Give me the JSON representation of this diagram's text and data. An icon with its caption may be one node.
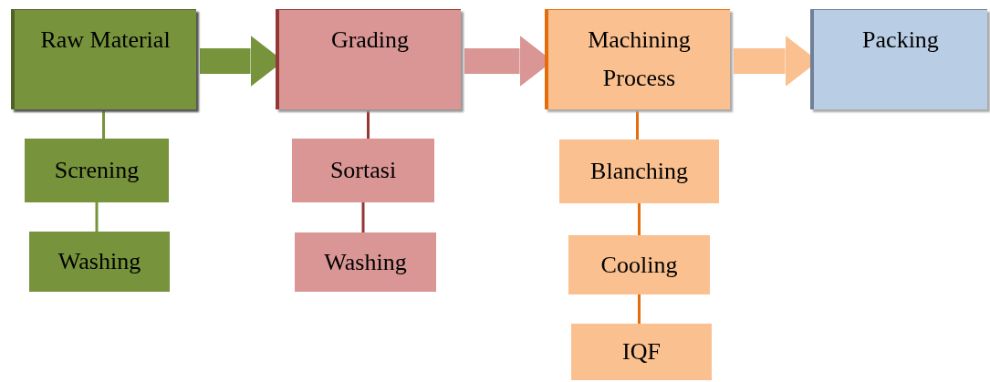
{
  "diagram": {
    "nodes": [
      {
        "text": [
          "Raw Material"
        ]
      },
      {
        "text": [
          "Screning"
        ]
      },
      {
        "text": [
          "Washing"
        ]
      },
      {
        "text": [
          "Grading"
        ]
      },
      {
        "text": [
          "Sortasi"
        ]
      },
      {
        "text": [
          "Washing"
        ]
      },
      {
        "text": [
          "Machining Process"
        ]
      },
      {
        "text": [
          "Blanching"
        ]
      },
      {
        "text": [
          "Cooling"
        ]
      },
      {
        "text": [
          "IQF"
        ]
      },
      {
        "text": [
          "Packing"
        ]
      }
    ],
    "edges": [
      {
        "from": 0,
        "to": 3,
        "arrow": "to",
        "style": "thick",
        "color": "#77933c"
      },
      {
        "from": 3,
        "to": 6,
        "arrow": "to",
        "style": "thick",
        "color": "#d99694"
      },
      {
        "from": 6,
        "to": 10,
        "arrow": "to",
        "style": "thick",
        "color": "#fac08f"
      },
      {
        "from": 0,
        "to": 1,
        "arrow": "none",
        "color": "#77933c"
      },
      {
        "from": 1,
        "to": 2,
        "arrow": "none",
        "color": "#77933c"
      },
      {
        "from": 3,
        "to": 4,
        "arrow": "none",
        "color": "#953735"
      },
      {
        "from": 4,
        "to": 5,
        "arrow": "none",
        "color": "#953735"
      },
      {
        "from": 6,
        "to": 7,
        "arrow": "none",
        "color": "#e46c0a"
      },
      {
        "from": 7,
        "to": 8,
        "arrow": "none",
        "color": "#e46c0a"
      },
      {
        "from": 8,
        "to": 9,
        "arrow": "none",
        "color": "#e46c0a"
      }
    ]
  }
}
